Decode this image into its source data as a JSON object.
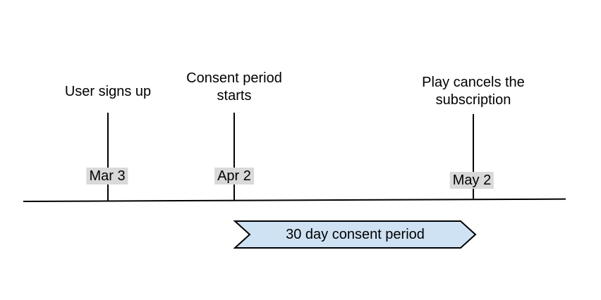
{
  "events": [
    {
      "label": "User signs up",
      "date": "Mar 3"
    },
    {
      "label": "Consent period starts",
      "date": "Apr 2"
    },
    {
      "label": "Play cancels the subscription",
      "date": "May 2"
    }
  ],
  "banner": {
    "label": "30 day consent period"
  },
  "colors": {
    "background": "#ffffff",
    "text": "#000000",
    "line": "#000000",
    "date_chip_background": "#d9d9d9",
    "banner_fill": "#cfe2f3",
    "banner_border": "#000000"
  }
}
